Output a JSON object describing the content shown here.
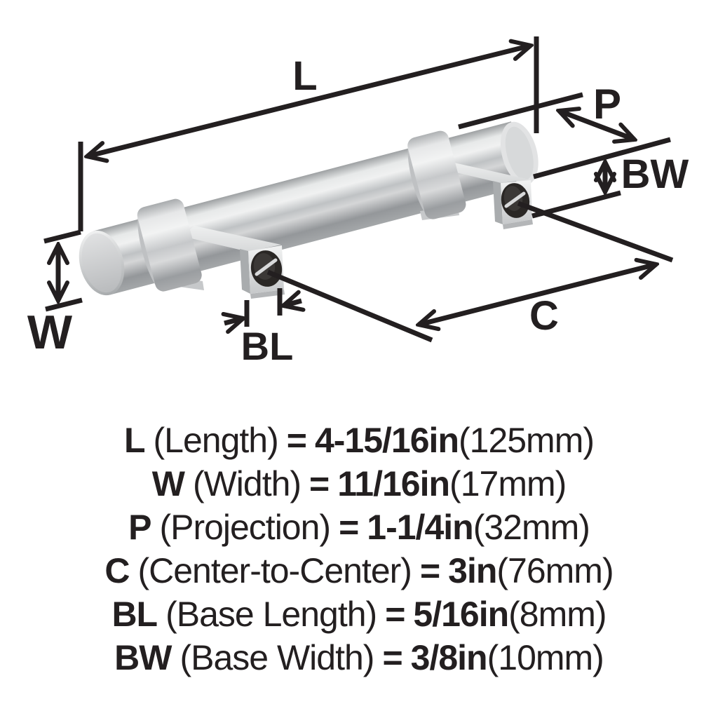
{
  "diagram": {
    "labels": {
      "length": "L",
      "projection": "P",
      "base_width": "BW",
      "width": "W",
      "base_length": "BL",
      "center_to_center": "C"
    },
    "colors": {
      "background": "#ffffff",
      "line": "#231f20",
      "metal_highlight": "#f0f1f1",
      "metal_mid": "#c3c5c7",
      "metal_shadow": "#8f9294",
      "screw_hole": "#2a2725"
    }
  },
  "legend": {
    "rows": [
      {
        "symbol": "L",
        "name": "(Length)",
        "eq": "=",
        "imperial": "4-15/16in",
        "metric": "(125mm)"
      },
      {
        "symbol": "W",
        "name": "(Width)",
        "eq": "=",
        "imperial": "11/16in",
        "metric": "(17mm)"
      },
      {
        "symbol": "P",
        "name": "(Projection)",
        "eq": "=",
        "imperial": "1-1/4in",
        "metric": "(32mm)"
      },
      {
        "symbol": "C",
        "name": "(Center-to-Center)",
        "eq": "=",
        "imperial": "3in",
        "metric": "(76mm)"
      },
      {
        "symbol": "BL",
        "name": "(Base Length)",
        "eq": "=",
        "imperial": "5/16in",
        "metric": "(8mm)"
      },
      {
        "symbol": "BW",
        "name": "(Base Width)",
        "eq": "=",
        "imperial": "3/8in",
        "metric": "(10mm)"
      }
    ]
  }
}
